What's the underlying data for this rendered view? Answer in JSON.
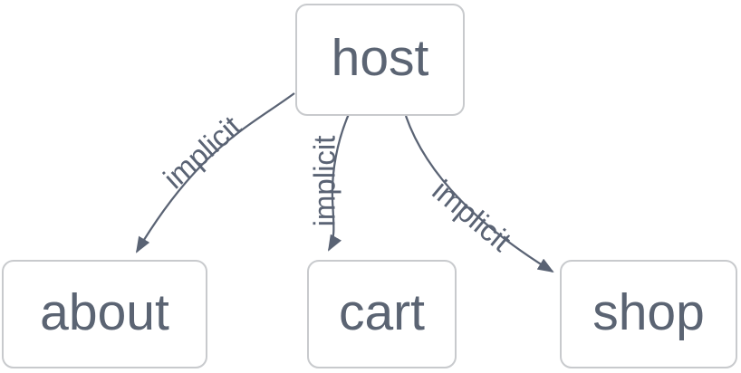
{
  "diagram": {
    "type": "flowchart",
    "direction": "top-down",
    "nodes": [
      {
        "id": "host",
        "label": "host"
      },
      {
        "id": "about",
        "label": "about"
      },
      {
        "id": "cart",
        "label": "cart"
      },
      {
        "id": "shop",
        "label": "shop"
      }
    ],
    "edges": [
      {
        "from": "host",
        "to": "about",
        "label": "implicit",
        "arrow": "filled-triangle"
      },
      {
        "from": "host",
        "to": "cart",
        "label": "implicit",
        "arrow": "filled-triangle"
      },
      {
        "from": "host",
        "to": "shop",
        "label": "implicit",
        "arrow": "filled-triangle"
      }
    ],
    "colors": {
      "background": "#ffffff",
      "node_fill": "#ffffff",
      "node_border": "#c8cacd",
      "node_text": "#5b6473",
      "edge": "#5a6374",
      "edge_label": "#5a6374"
    }
  }
}
